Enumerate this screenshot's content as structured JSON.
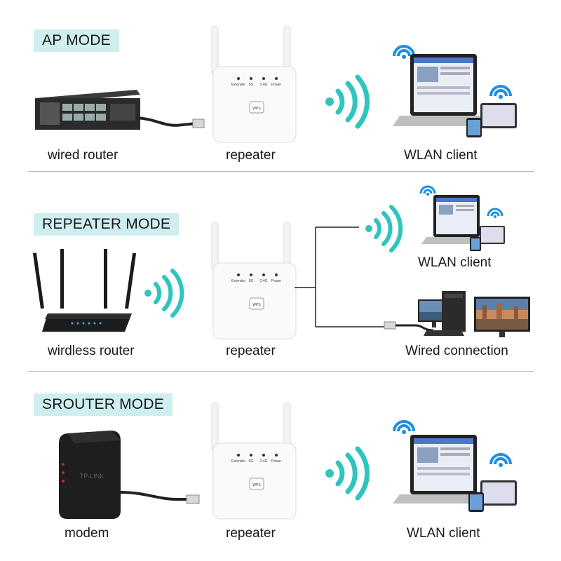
{
  "sections": [
    {
      "mode": "AP MODE",
      "source_label": "wired router",
      "device_label": "repeater",
      "client_label": "WLAN client"
    },
    {
      "mode": "REPEATER MODE",
      "source_label": "wirdless router",
      "device_label": "repeater",
      "client_label": "WLAN client",
      "wired_label": "Wired connection"
    },
    {
      "mode": "SROUTER MODE",
      "source_label": "modem",
      "device_label": "repeater",
      "client_label": "WLAN client",
      "modem_brand": "TP-LINK"
    }
  ],
  "repeater": {
    "indicators": [
      "Extender",
      "5G",
      "2.4G",
      "Power"
    ],
    "button": "WPS"
  },
  "colors": {
    "tag_bg": "#cfeef0",
    "wifi_teal": "#2ec4c0",
    "wifi_blue": "#1e8fe0"
  }
}
